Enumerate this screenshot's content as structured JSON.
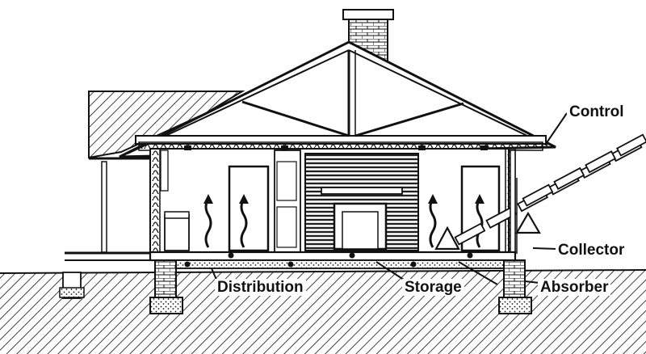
{
  "labels": {
    "control": "Control",
    "collector": "Collector",
    "absorber": "Absorber",
    "distribution": "Distribution",
    "storage": "Storage"
  },
  "colors": {
    "ink": "#111111",
    "paper": "#ffffff",
    "shade": "#444444"
  }
}
